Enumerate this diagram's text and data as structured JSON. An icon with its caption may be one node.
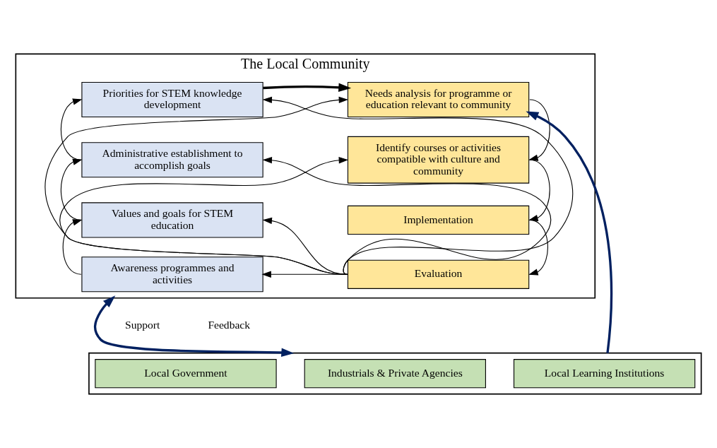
{
  "diagram": {
    "nodes": [
      {
        "text": [
          "The Local Community"
        ]
      },
      {
        "text": [
          "Priorities for STEM knowledge development"
        ],
        "in": 0
      },
      {
        "text": [
          "Administrative establishment to accomplish goals"
        ],
        "in": 0
      },
      {
        "text": [
          "Values and goals for STEM education"
        ],
        "in": 0
      },
      {
        "text": [
          "Awareness programmes and activities"
        ],
        "in": 0
      },
      {
        "text": [
          "Needs analysis for programme or education relevant to community"
        ],
        "in": 0
      },
      {
        "text": [
          "Identify courses or activities compatible with culture and community"
        ],
        "in": 0
      },
      {
        "text": [
          "Implementation"
        ],
        "in": 0
      },
      {
        "text": [
          "Evaluation"
        ],
        "in": 0
      },
      {
        "text": [],
        "shape": "box"
      },
      {
        "text": [
          "Local Government"
        ],
        "in": 9
      },
      {
        "text": [
          "Industrials & Private Agencies"
        ],
        "in": 9
      },
      {
        "text": [
          "Local Learning Institutions"
        ],
        "in": 9
      }
    ],
    "edges": [
      {
        "from": 4,
        "to": 3,
        "arrow": "to"
      },
      {
        "from": 3,
        "to": 2,
        "arrow": "to"
      },
      {
        "from": 2,
        "to": 1,
        "arrow": "to"
      },
      {
        "from": 1,
        "to": 5,
        "arrow": "to",
        "style": "thick"
      },
      {
        "from": 5,
        "to": 6,
        "arrow": "to"
      },
      {
        "from": 6,
        "to": 7,
        "arrow": "to"
      },
      {
        "from": 7,
        "to": 8,
        "arrow": "to"
      },
      {
        "from": 8,
        "to": 5,
        "arrow": "to"
      },
      {
        "from": 8,
        "to": 6,
        "arrow": "to"
      },
      {
        "from": 8,
        "to": 1,
        "arrow": "to"
      },
      {
        "from": 8,
        "to": 2,
        "arrow": "to"
      },
      {
        "from": 8,
        "to": 3,
        "arrow": "to"
      },
      {
        "from": 8,
        "to": 4,
        "arrow": "to"
      },
      {
        "from": 0,
        "to": 9,
        "arrow": "both",
        "style": "thick",
        "color": "#002060"
      },
      {
        "from": 9,
        "to": 5,
        "arrow": "to",
        "style": "thick",
        "color": "#002060"
      }
    ],
    "labels": [
      "Support",
      "Feedback"
    ]
  }
}
